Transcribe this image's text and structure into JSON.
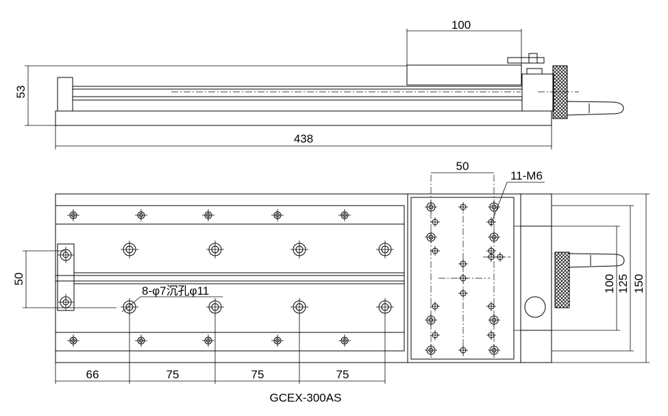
{
  "side_view": {
    "dim_stroke": "100",
    "dim_height": "53",
    "dim_length": "438"
  },
  "top_view": {
    "dim_hole_spacing": "50",
    "label_threads": "11-M6",
    "dim_left_pitch": "50",
    "label_holes": "8-φ7沉孔φ11",
    "dim_66": "66",
    "dim_75a": "75",
    "dim_75b": "75",
    "dim_75c": "75",
    "dim_100": "100",
    "dim_125": "125",
    "dim_150": "150"
  },
  "model": "GCEX-300AS",
  "colors": {
    "line": "#000000",
    "background": "#ffffff"
  }
}
